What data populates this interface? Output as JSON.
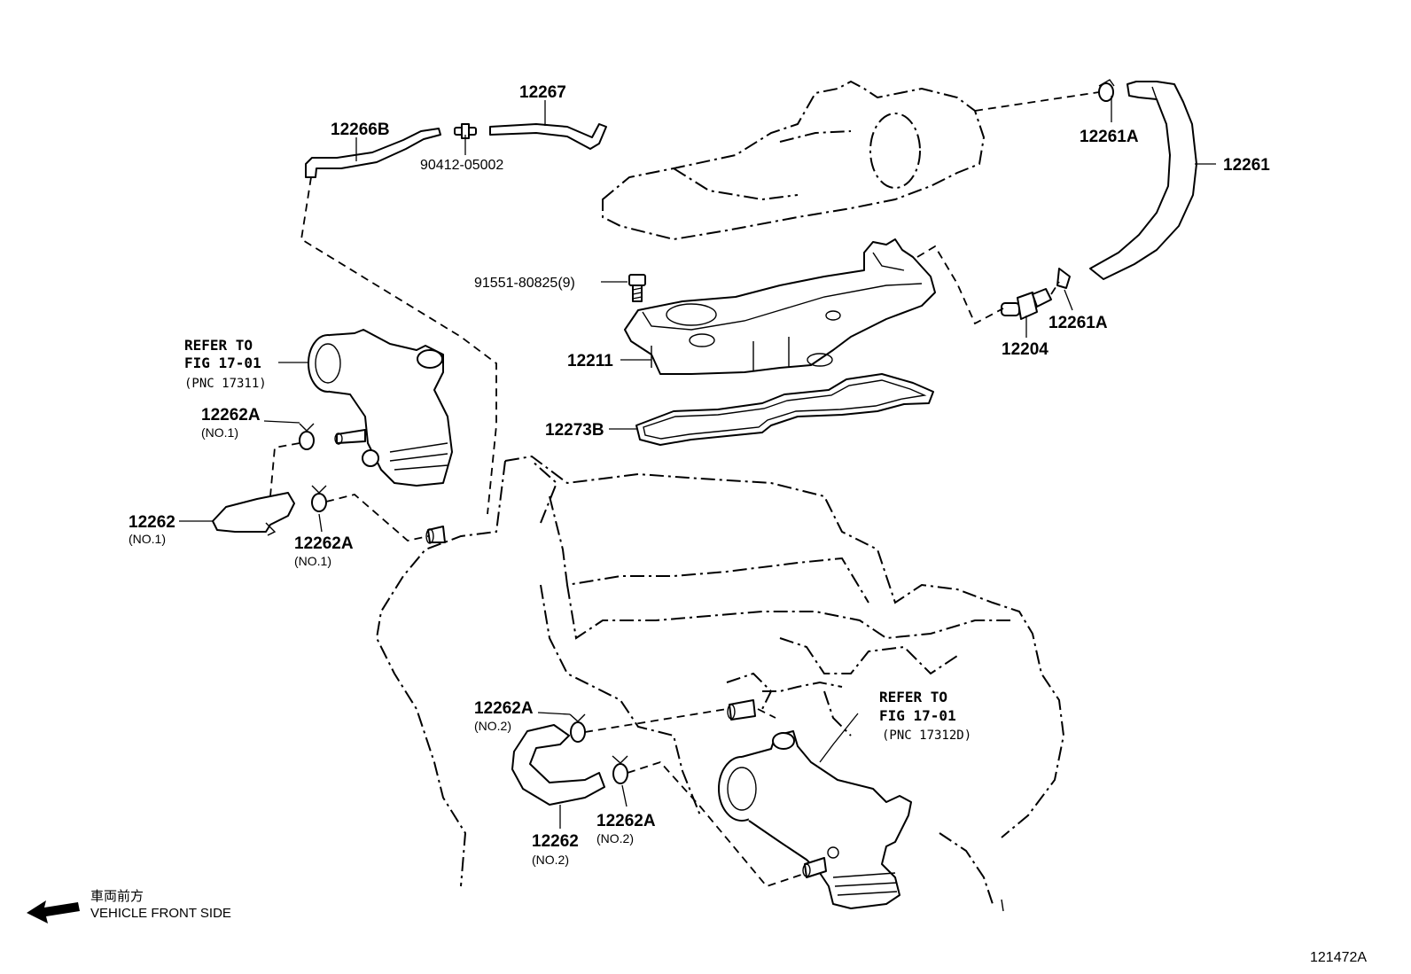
{
  "callouts": {
    "hose_12266b": "12266B",
    "hose_12267": "12267",
    "union_90412": "90412-05002",
    "clip_12261a_top": "12261A",
    "hose_12261": "12261",
    "bolt_91551": "91551-80825(9)",
    "valve_12204": "12204",
    "clip_12261a_lower": "12261A",
    "separator_12211": "12211",
    "gasket_12273b": "12273B",
    "clip_12262a_no1_upper": "12262A",
    "clip_12262a_no1_upper_sub": "(NO.1)",
    "hose_12262_no1": "12262",
    "hose_12262_no1_sub": "(NO.1)",
    "clip_12262a_no1_lower": "12262A",
    "clip_12262a_no1_lower_sub": "(NO.1)",
    "clip_12262a_no2_upper": "12262A",
    "clip_12262a_no2_upper_sub": "(NO.2)",
    "hose_12262_no2": "12262",
    "hose_12262_no2_sub": "(NO.2)",
    "clip_12262a_no2_lower": "12262A",
    "clip_12262a_no2_lower_sub": "(NO.2)"
  },
  "references": {
    "upper": {
      "line1": "REFER TO",
      "line2": "FIG 17-01",
      "line3": "(PNC 17311)"
    },
    "lower": {
      "line1": "REFER TO",
      "line2": "FIG 17-01",
      "line3": "(PNC 17312D)"
    }
  },
  "direction": {
    "japanese": "車両前方",
    "english": "VEHICLE FRONT SIDE",
    "icon": "left-arrow-icon"
  },
  "figure_number": "121472A"
}
